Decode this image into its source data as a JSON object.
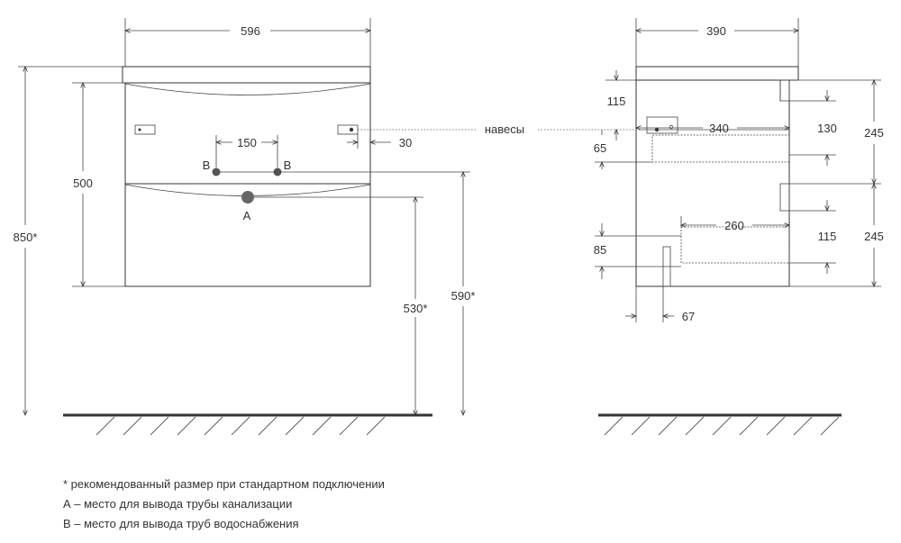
{
  "front_view": {
    "width": "596",
    "height_drawers": "500",
    "total_height": "850*",
    "outlet_a_height": "530*",
    "outlet_b_height": "590*",
    "b_spacing": "150",
    "hanger_offset": "30",
    "label_b_left": "B",
    "label_b_right": "B",
    "label_a": "A"
  },
  "side_view": {
    "depth": "390",
    "hanger_top": "115",
    "hanger_depth": "340",
    "hanger_gap": "65",
    "drawer1_height": "130",
    "drawer1_front": "245",
    "drawer2_depth": "260",
    "drawer2_gap": "115",
    "drawer2_front": "245",
    "drawer2_bottom": "85",
    "foot_offset": "67",
    "hangers_label": "навесы"
  },
  "notes": [
    "* рекомендованный размер при стандартном подключении",
    "А – место для вывода трубы канализации",
    "В – место для вывода труб водоснабжения"
  ]
}
